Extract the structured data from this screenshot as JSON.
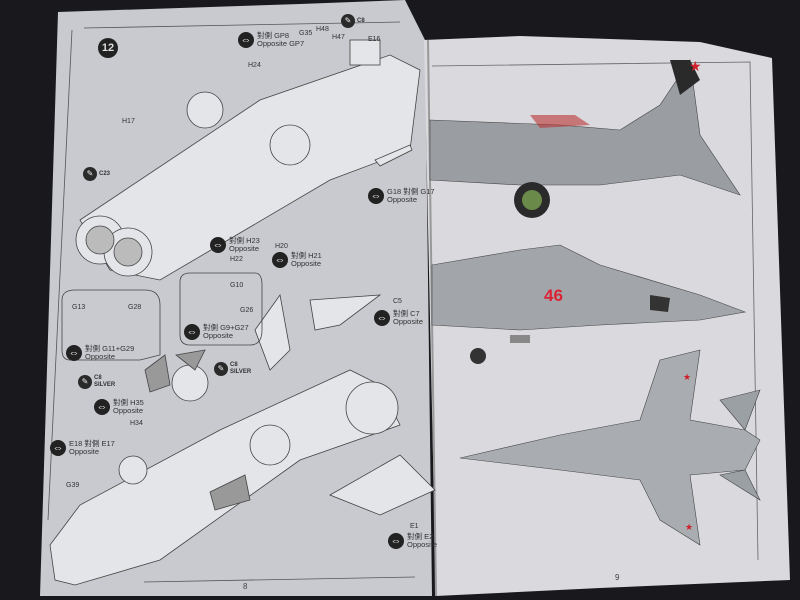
{
  "left_page": {
    "step_number": "12",
    "page_number": "8",
    "labels": [
      "H24",
      "G35",
      "H48",
      "H47",
      "E16",
      "H17",
      "H20",
      "H22",
      "G13",
      "G28",
      "G10",
      "G26",
      "C5",
      "H34",
      "G39",
      "E1"
    ],
    "opposite_notes": [
      {
        "text": "對側 GP8",
        "text2": "Opposite GP7"
      },
      {
        "text": "G18 對側 G17",
        "text2": "Opposite"
      },
      {
        "text": "對側 H23",
        "text2": "Opposite"
      },
      {
        "text": "對側 H21",
        "text2": "Opposite"
      },
      {
        "text": "對側 G11+G29",
        "text2": "Opposite"
      },
      {
        "text": "對側 G9+G27",
        "text2": "Opposite"
      },
      {
        "text": "對側 C7",
        "text2": "Opposite"
      },
      {
        "text": "對側 H35",
        "text2": "Opposite"
      },
      {
        "text": "E18 對側 E17",
        "text2": "Opposite"
      },
      {
        "text": "對側 E2",
        "text2": "Opposite"
      }
    ],
    "paint_notes": [
      {
        "code": "C8"
      },
      {
        "code": "C23"
      },
      {
        "code": "C8",
        "note": "SILVER"
      },
      {
        "code": "C8",
        "note": "SILVER"
      }
    ]
  },
  "right_page": {
    "page_number": "9",
    "aircraft_number": "46",
    "colors": {
      "star": "#d0202a",
      "page": "#d9d9dd",
      "left_page": "#c9cbd1"
    }
  }
}
